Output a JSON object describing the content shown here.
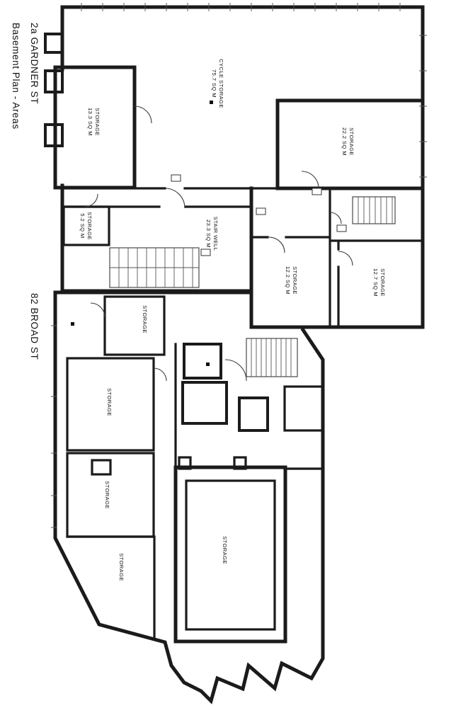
{
  "header": {
    "address": "2a GARDNER ST",
    "subtitle": "Basement Plan - Areas"
  },
  "street_label": "82 BROAD ST",
  "rooms": [
    {
      "name": "CYCLE STORAGE",
      "area": "75.7 SQ M"
    },
    {
      "name": "STORAGE",
      "area": "13.3 SQ M"
    },
    {
      "name": "STORAGE",
      "area": "22.2 SQ M"
    },
    {
      "name": "STORAGE",
      "area": "5.2 SQ M"
    },
    {
      "name": "STAIR WELL",
      "area": "23.3 SQ M"
    },
    {
      "name": "STORAGE",
      "area": "12.2 SQ M"
    },
    {
      "name": "STORAGE",
      "area": "12.7 SQ M"
    },
    {
      "name": "STORAGE",
      "area": ""
    },
    {
      "name": "STORAGE",
      "area": ""
    },
    {
      "name": "STORAGE",
      "area": ""
    },
    {
      "name": "STORAGE",
      "area": ""
    },
    {
      "name": "STORAGE",
      "area": ""
    }
  ],
  "colors": {
    "wall": "#1b1b1b",
    "background": "#ffffff",
    "text": "#111111"
  }
}
